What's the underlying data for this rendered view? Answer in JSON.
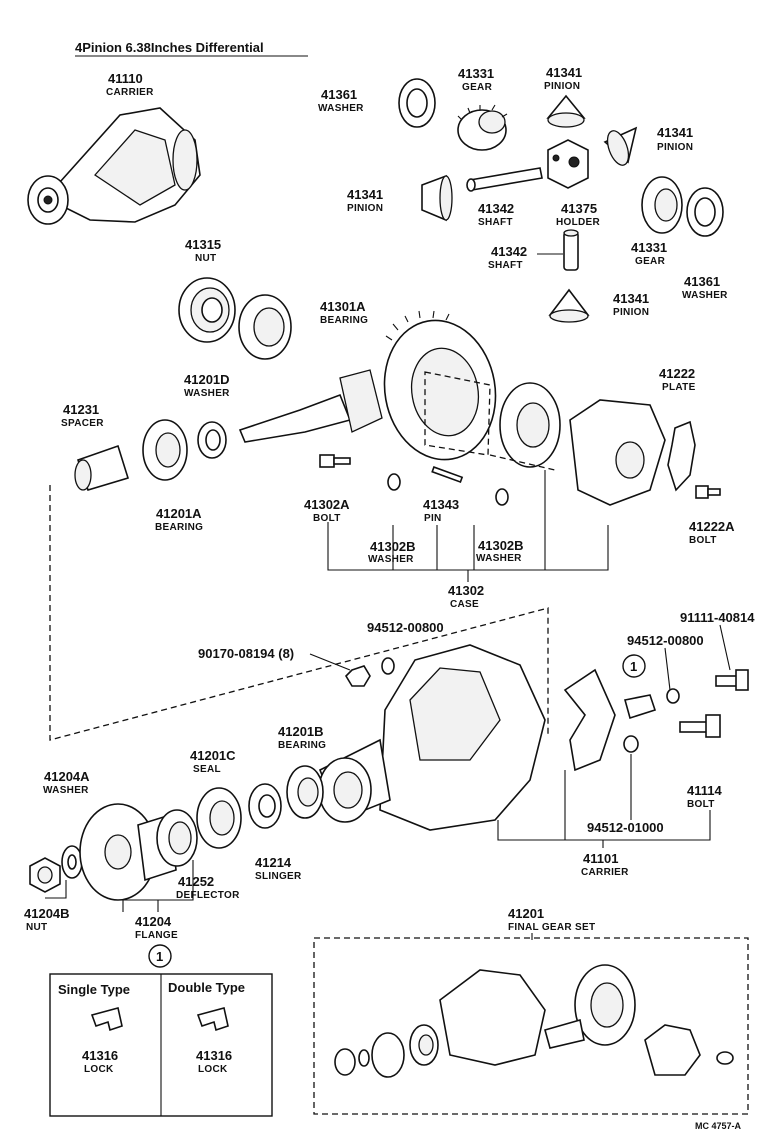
{
  "title": "4Pinion 6.38Inches Differential",
  "footer_code": "MC 4757-A",
  "variant_mark": "1",
  "parts": {
    "p41110": {
      "number": "41110",
      "name": "CARRIER"
    },
    "p41361a": {
      "number": "41361",
      "name": "WASHER"
    },
    "p41331a": {
      "number": "41331",
      "name": "GEAR"
    },
    "p41341a": {
      "number": "41341",
      "name": "PINION"
    },
    "p41341b": {
      "number": "41341",
      "name": "PINION"
    },
    "p41341c": {
      "number": "41341",
      "name": "PINION"
    },
    "p41342a": {
      "number": "41342",
      "name": "SHAFT"
    },
    "p41375": {
      "number": "41375",
      "name": "HOLDER"
    },
    "p41342b": {
      "number": "41342",
      "name": "SHAFT"
    },
    "p41331b": {
      "number": "41331",
      "name": "GEAR"
    },
    "p41361b": {
      "number": "41361",
      "name": "WASHER"
    },
    "p41315": {
      "number": "41315",
      "name": "NUT"
    },
    "p41301a": {
      "number": "41301A",
      "name": "BEARING"
    },
    "p41341d": {
      "number": "41341",
      "name": "PINION"
    },
    "p41201d": {
      "number": "41201D",
      "name": "WASHER"
    },
    "p41231": {
      "number": "41231",
      "name": "SPACER"
    },
    "p41222": {
      "number": "41222",
      "name": "PLATE"
    },
    "p41201a": {
      "number": "41201A",
      "name": "BEARING"
    },
    "p41302a": {
      "number": "41302A",
      "name": "BOLT"
    },
    "p41343": {
      "number": "41343",
      "name": "PIN"
    },
    "p41222a": {
      "number": "41222A",
      "name": "BOLT"
    },
    "p41302b1": {
      "number": "41302B",
      "name": "WASHER"
    },
    "p41302b2": {
      "number": "41302B",
      "name": "WASHER"
    },
    "p41302": {
      "number": "41302",
      "name": "CASE"
    },
    "p91111": {
      "number": "91111-40814"
    },
    "p94512a": {
      "number": "94512-00800"
    },
    "p94512b": {
      "number": "94512-00800"
    },
    "p90170": {
      "number": "90170-08194 (8)"
    },
    "p41201b": {
      "number": "41201B",
      "name": "BEARING"
    },
    "p41201c": {
      "number": "41201C",
      "name": "SEAL"
    },
    "p41204a": {
      "number": "41204A",
      "name": "WASHER"
    },
    "p41114": {
      "number": "41114",
      "name": "BOLT"
    },
    "p94512c": {
      "number": "94512-01000"
    },
    "p41214": {
      "number": "41214",
      "name": "SLINGER"
    },
    "p41252": {
      "number": "41252",
      "name": "DEFLECTOR"
    },
    "p41101": {
      "number": "41101",
      "name": "CARRIER"
    },
    "p41204b": {
      "number": "41204B",
      "name": "NUT"
    },
    "p41204": {
      "number": "41204",
      "name": "FLANGE"
    },
    "p41201": {
      "number": "41201",
      "name": "FINAL GEAR SET"
    }
  },
  "lock_variants": [
    {
      "type": "Single Type",
      "number": "41316",
      "name": "LOCK"
    },
    {
      "type": "Double Type",
      "number": "41316",
      "name": "LOCK"
    }
  ]
}
